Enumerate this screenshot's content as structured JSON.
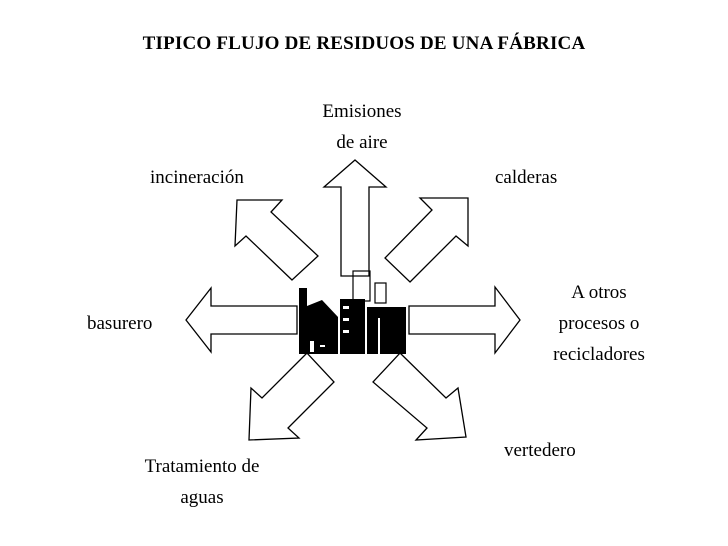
{
  "title": "TIPICO FLUJO DE RESIDUOS DE UNA FÁBRICA",
  "destinations": {
    "air_emissions": [
      "Emisiones",
      "de aire"
    ],
    "incineration": "incineración",
    "boilers": "calderas",
    "landfill": "basurero",
    "other_processes": [
      "A otros",
      "procesos o",
      "recicladores"
    ],
    "water_treatment": [
      "Tratamiento de",
      "aguas"
    ],
    "dump": "vertedero"
  },
  "icons": {
    "factory": "factory-icon"
  },
  "colors": {
    "ink": "#000000",
    "background": "#ffffff"
  }
}
